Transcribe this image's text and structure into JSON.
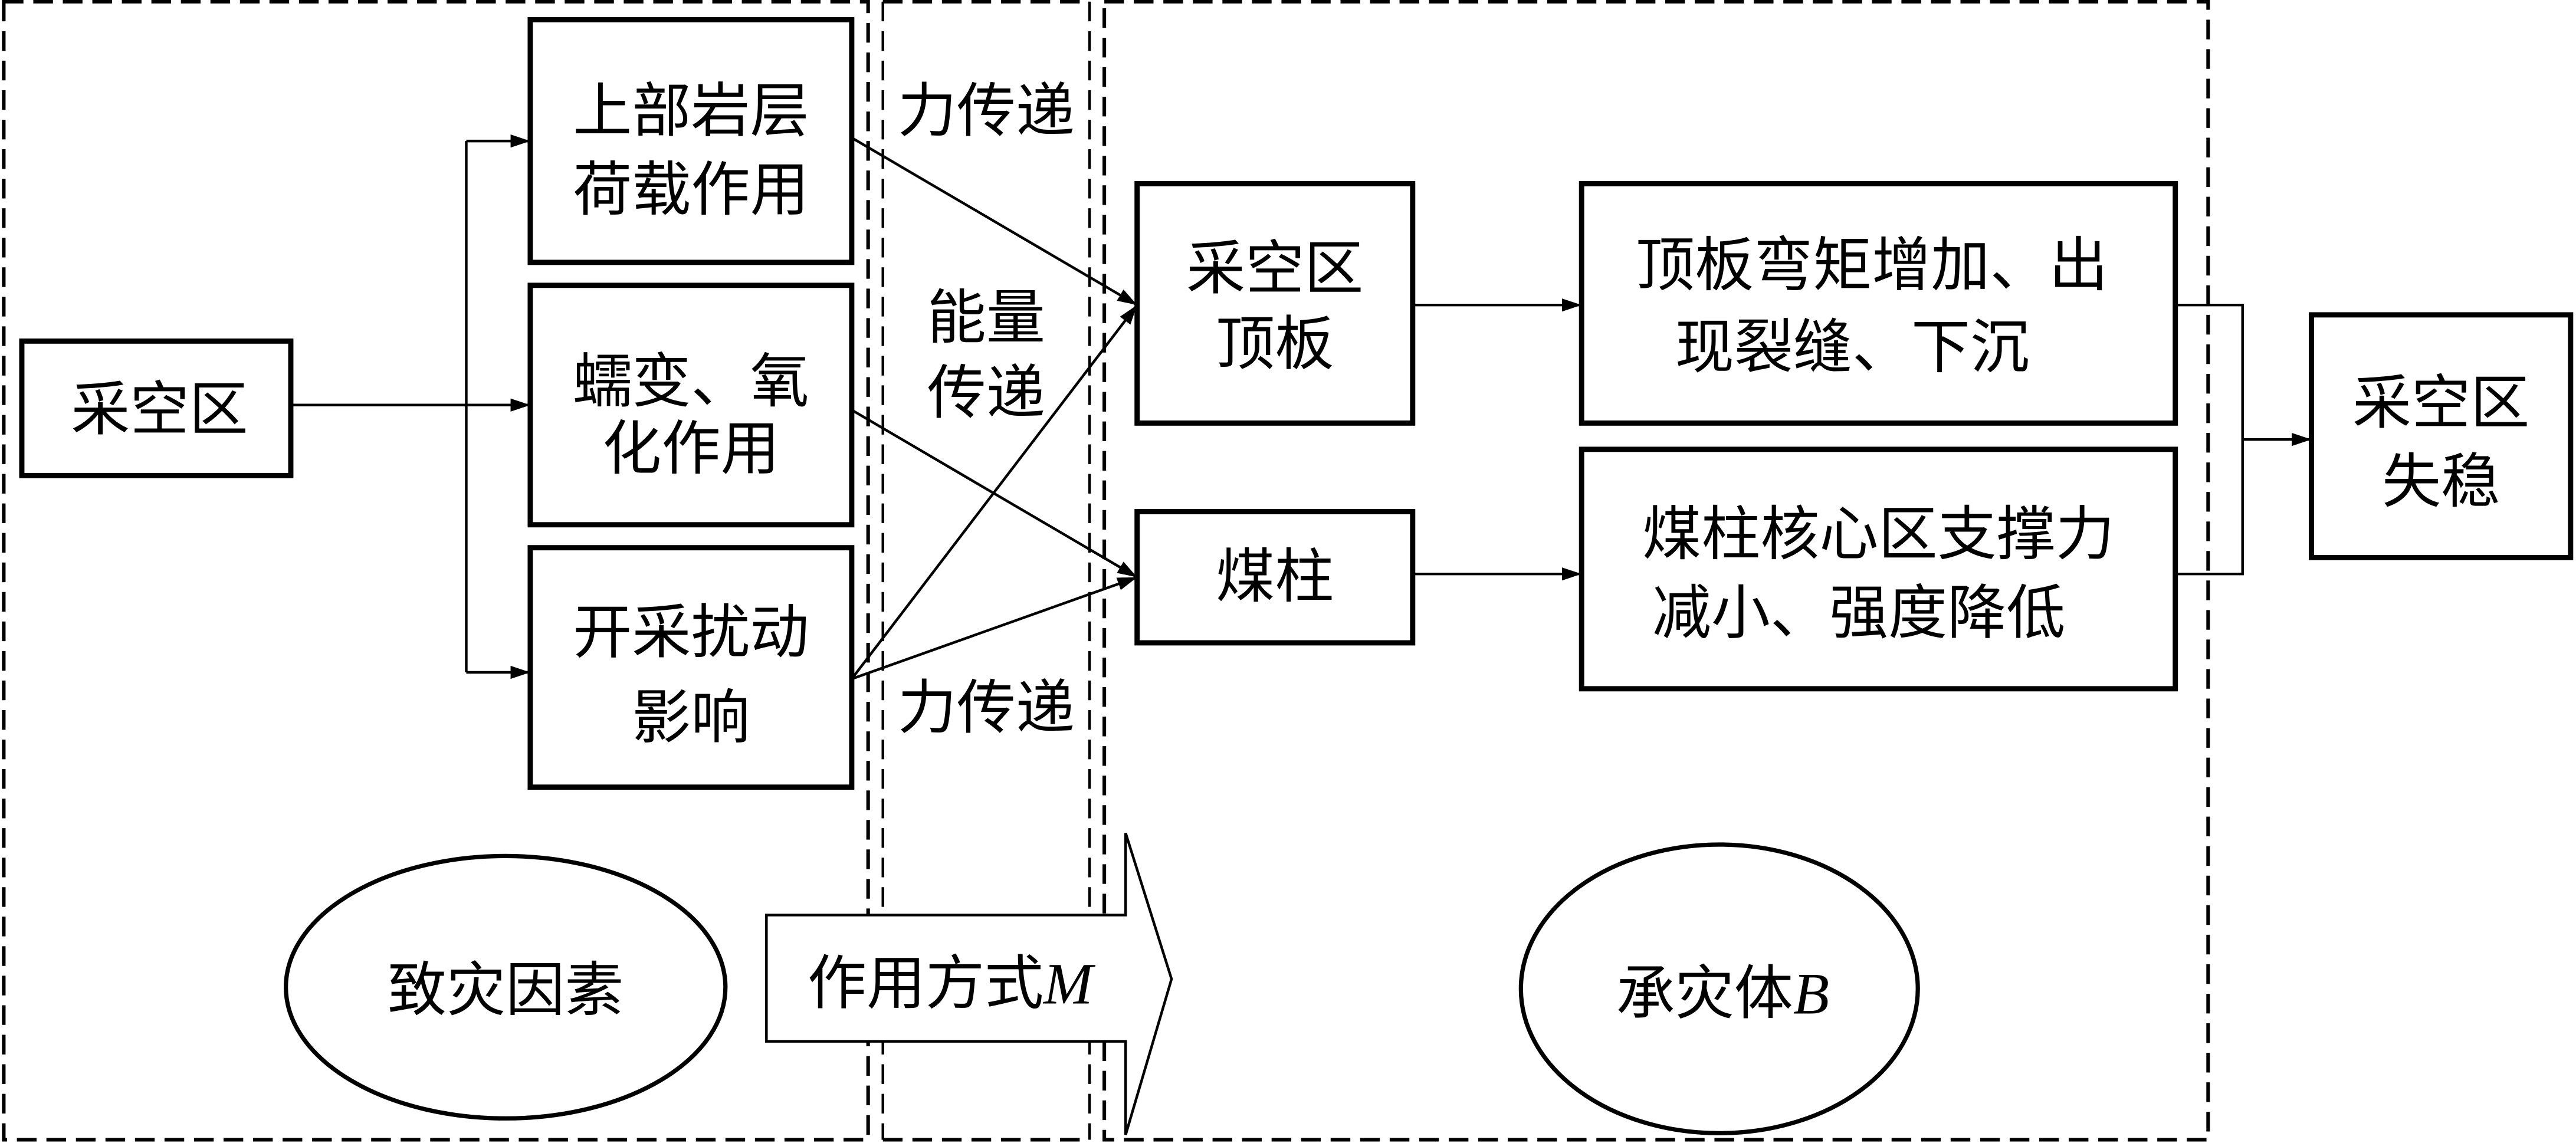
{
  "diagram": {
    "colors": {
      "stroke": "#000000",
      "background": "#ffffff"
    },
    "sections": {
      "hazard_factors": {
        "label": "致灾因素"
      },
      "action_mode": {
        "label": "作用方式",
        "symbol": "M"
      },
      "hazard_bearing_body": {
        "label": "承灾体",
        "symbol": "B"
      }
    },
    "source": {
      "label": "采空区"
    },
    "factors": [
      {
        "lines": [
          "上部岩层",
          "荷载作用"
        ]
      },
      {
        "lines": [
          "蠕变、氧",
          "化作用"
        ]
      },
      {
        "lines": [
          "开采扰动",
          "影响"
        ]
      }
    ],
    "transfer_labels": {
      "force_top": "力传递",
      "energy": [
        "能量",
        "传递"
      ],
      "force_bottom": "力传递"
    },
    "bodies": [
      {
        "lines": [
          "采空区",
          "顶板"
        ]
      },
      {
        "lines": [
          "煤柱"
        ]
      }
    ],
    "effects": [
      {
        "lines": [
          "顶板弯矩增加、出",
          "现裂缝、下沉"
        ]
      },
      {
        "lines": [
          "煤柱核心区支撑力",
          "减小、强度降低"
        ]
      }
    ],
    "result": {
      "lines": [
        "采空区",
        "失稳"
      ]
    },
    "edges": [
      {
        "from": "source",
        "to": "factors.0"
      },
      {
        "from": "source",
        "to": "factors.1"
      },
      {
        "from": "source",
        "to": "factors.2"
      },
      {
        "from": "factors.0",
        "to": "bodies.0",
        "label": "力传递"
      },
      {
        "from": "factors.1",
        "to": "bodies.1",
        "label": "能量传递"
      },
      {
        "from": "factors.2",
        "to": "bodies.0"
      },
      {
        "from": "factors.2",
        "to": "bodies.1",
        "label": "力传递"
      },
      {
        "from": "bodies.0",
        "to": "effects.0"
      },
      {
        "from": "bodies.1",
        "to": "effects.1"
      },
      {
        "from": "effects.0",
        "to": "result"
      },
      {
        "from": "effects.1",
        "to": "result"
      }
    ]
  }
}
